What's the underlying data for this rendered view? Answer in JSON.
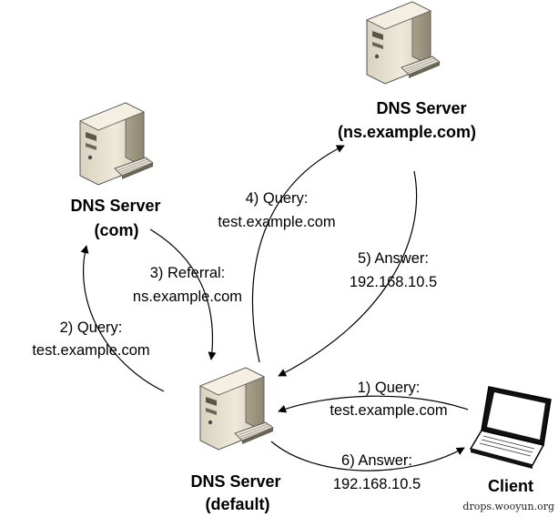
{
  "nodes": {
    "top": {
      "name": "DNS Server",
      "sub": "(ns.example.com)"
    },
    "left": {
      "name": "DNS Server",
      "sub": "(com)"
    },
    "default": {
      "name": "DNS Server",
      "sub": "(default)"
    },
    "client": {
      "name": "Client"
    }
  },
  "steps": {
    "s1": {
      "line1": "1) Query:",
      "line2": "test.example.com"
    },
    "s2": {
      "line1": "2) Query:",
      "line2": "test.example.com"
    },
    "s3": {
      "line1": "3) Referral:",
      "line2": "ns.example.com"
    },
    "s4": {
      "line1": "4) Query:",
      "line2": "test.example.com"
    },
    "s5": {
      "line1": "5) Answer:",
      "line2": "192.168.10.5"
    },
    "s6": {
      "line1": "6) Answer:",
      "line2": "192.168.10.5"
    }
  },
  "watermark": "drops.wooyun.org",
  "icons": {
    "server": "server-tower-icon",
    "client": "laptop-icon"
  }
}
